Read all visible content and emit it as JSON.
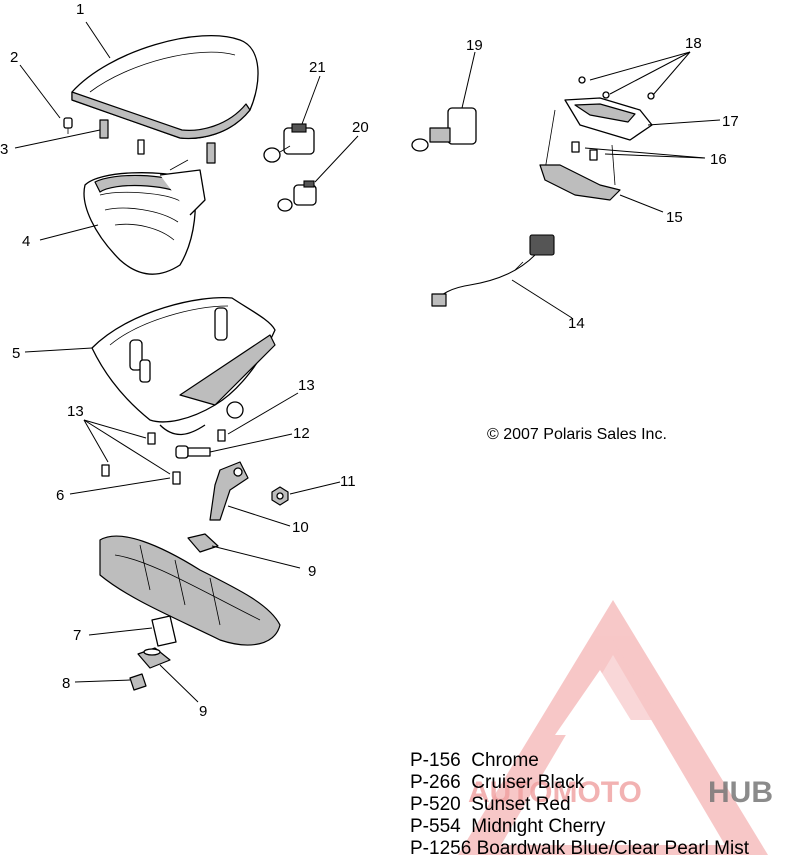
{
  "copyright": "© 2007 Polaris Sales Inc.",
  "callouts": [
    "1",
    "2",
    "3",
    "4",
    "5",
    "6",
    "7",
    "8",
    "9",
    "9",
    "10",
    "11",
    "12",
    "13",
    "13",
    "14",
    "15",
    "16",
    "17",
    "18",
    "19",
    "20",
    "21"
  ],
  "color_options": [
    {
      "code": "P-156",
      "name": "Chrome"
    },
    {
      "code": "P-266",
      "name": "Cruiser Black"
    },
    {
      "code": "P-520",
      "name": "Sunset Red"
    },
    {
      "code": "P-554",
      "name": "Midnight Cherry"
    },
    {
      "code": "P-1256",
      "name": "Boardwalk Blue/Clear Pearl Mist"
    }
  ],
  "watermark": {
    "text_left": "AUTOMOTO",
    "text_right": "HUB",
    "color": "#e8383a",
    "color_right": "#555555"
  }
}
